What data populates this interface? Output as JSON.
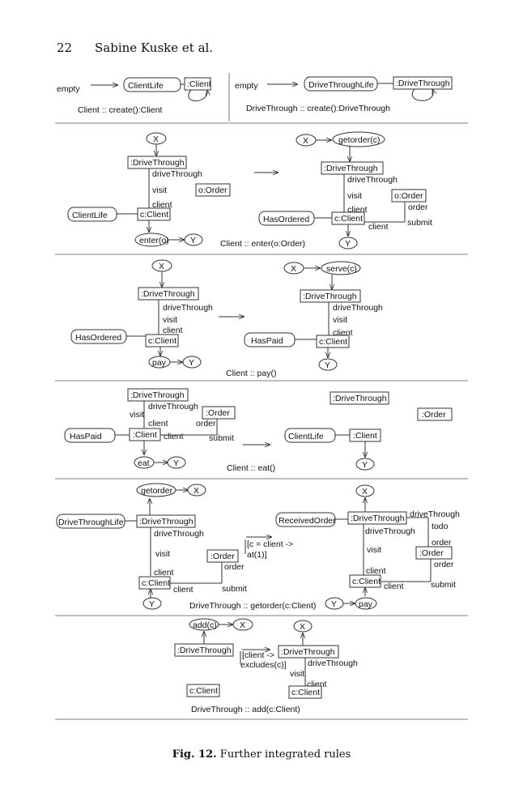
{
  "header": {
    "page_number": "22",
    "authors": "Sabine Kuske et al."
  },
  "labels": {
    "empty": "empty",
    "client_life": "ClientLife",
    "client_anon": ":Client",
    "client_c": "c:Client",
    "drive_through_life": "DriveThroughLife",
    "drive_through_anon": ":DriveThrough",
    "order_anon": ":Order",
    "order_o": "o:Order",
    "has_ordered": "HasOrdered",
    "has_paid": "HasPaid",
    "received_order": "ReceivedOrder",
    "drive_through_edge": "driveThrough",
    "visit": "visit",
    "client": "client",
    "order": "order",
    "submit": "submit",
    "todo": "todo",
    "x": "X",
    "y": "Y",
    "getorder_c": "getorder(c)",
    "getorder": "getorder",
    "enter_o": "enter(o)",
    "serve_c": "serve(c)",
    "pay": "pay",
    "eat": "eat",
    "add_c": "add(c)"
  },
  "rules": {
    "client_create": "Client :: create():Client",
    "drivethrough_create": "DriveThrough :: create():DriveThrough",
    "enter": "Client :: enter(o:Order)",
    "pay": "Client :: pay()",
    "eat": "Client :: eat()",
    "getorder": "DriveThrough :: getorder(c:Client)",
    "add": "DriveThrough :: add(c:Client)"
  },
  "conditions": {
    "getorder_line1": "[c = client ->",
    "getorder_line2": "at(1)]",
    "add_line1": "[client ->",
    "add_line2": "excludes(c)]"
  },
  "caption": {
    "label": "Fig. 12.",
    "text": "Further integrated rules"
  }
}
